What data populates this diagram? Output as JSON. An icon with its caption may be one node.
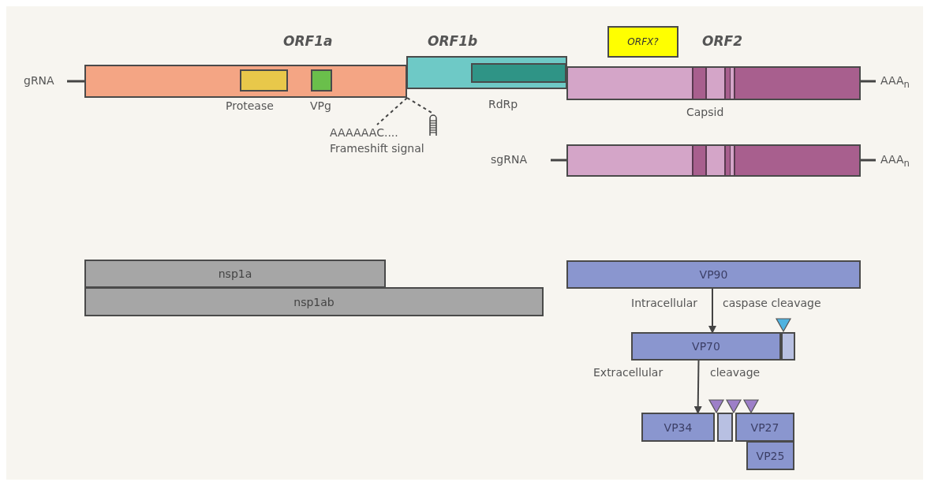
{
  "diagram": {
    "nodes": [
      {
        "text": [
          "ORF1a"
        ]
      },
      {
        "text": [
          "Protease"
        ],
        "in": 0
      },
      {
        "text": [
          "VPg"
        ],
        "in": 0
      },
      {
        "text": [
          "ORF1b"
        ]
      },
      {
        "text": [
          "RdRp"
        ],
        "in": 3
      },
      {
        "text": [
          "ORFX?"
        ]
      },
      {
        "text": [
          "ORF2",
          "Capsid"
        ]
      },
      {
        "text": [
          "AAAAAAC.... Frameshift signal"
        ]
      },
      {
        "text": [],
        "shape": "picture"
      },
      {
        "text": [],
        "shape": "bar"
      },
      {
        "text": [
          "nsp1a"
        ]
      },
      {
        "text": [
          "nsp1ab"
        ]
      },
      {
        "text": [
          "VP90"
        ]
      },
      {
        "text": [
          "VP70"
        ]
      },
      {
        "text": [],
        "shape": "box"
      },
      {
        "text": [
          "VP34"
        ]
      },
      {
        "text": [],
        "shape": "box"
      },
      {
        "text": [
          "VP27"
        ]
      },
      {
        "text": [
          "VP25"
        ]
      }
    ],
    "edges": [
      {
        "from": 0,
        "to": 7,
        "arrow": "none",
        "style": "dashed"
      },
      {
        "from": 0,
        "to": 8,
        "arrow": "none",
        "style": "dashed"
      },
      {
        "from": 12,
        "to": 13,
        "arrow": "to"
      },
      {
        "from": 13,
        "to": 15,
        "arrow": "to"
      }
    ],
    "labels": [
      "gRNA",
      "AAA$_{n}$",
      "sgRNA",
      "AAA$_{n}$",
      "Intracellular",
      "caspase cleavage",
      "Extracellular",
      "cleavage"
    ]
  }
}
